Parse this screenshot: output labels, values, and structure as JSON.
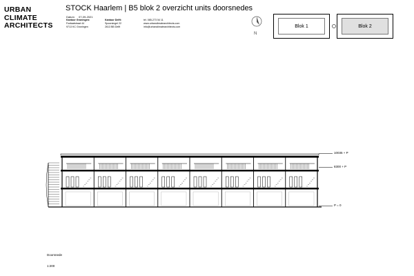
{
  "brand": {
    "lines": [
      "URBAN",
      "CLIMATE",
      "ARCHITECTS"
    ]
  },
  "title": "STOCK Haarlem | B5 blok 2 overzicht units doorsnedes",
  "date": {
    "label": "Datum",
    "value": "07-09-2021"
  },
  "offices": [
    {
      "heading": "Kantoor Groningen:",
      "line1": "Fosfaatstraat 44",
      "line2": "9713 KC  Groningen"
    },
    {
      "heading": "Kantoor Delft:",
      "line1": "Spoorsingel 22",
      "line2": "2613 BB  Delft"
    }
  ],
  "contact": {
    "phone": "tel. 085-273 54 11",
    "web": "www.urbanclimatearchitects.com",
    "email": "info@urbanclimatearchitects.com"
  },
  "compass": {
    "label": "N",
    "icon": "compass-north-icon"
  },
  "key_plan": {
    "blocks": [
      {
        "label": "Blok 1",
        "active": false
      },
      {
        "label": "Blok 2",
        "active": true
      }
    ]
  },
  "section": {
    "bays": 8,
    "levels": [
      {
        "label": "10035 + P"
      },
      {
        "label": "8300 + P"
      },
      {
        "label": "P = 0"
      }
    ]
  },
  "drawing": {
    "name": "Doorsnede",
    "scale": "1:200"
  },
  "colors": {
    "line": "#000000",
    "hatch": "#555555",
    "keyActive": "#e0e0e0"
  }
}
